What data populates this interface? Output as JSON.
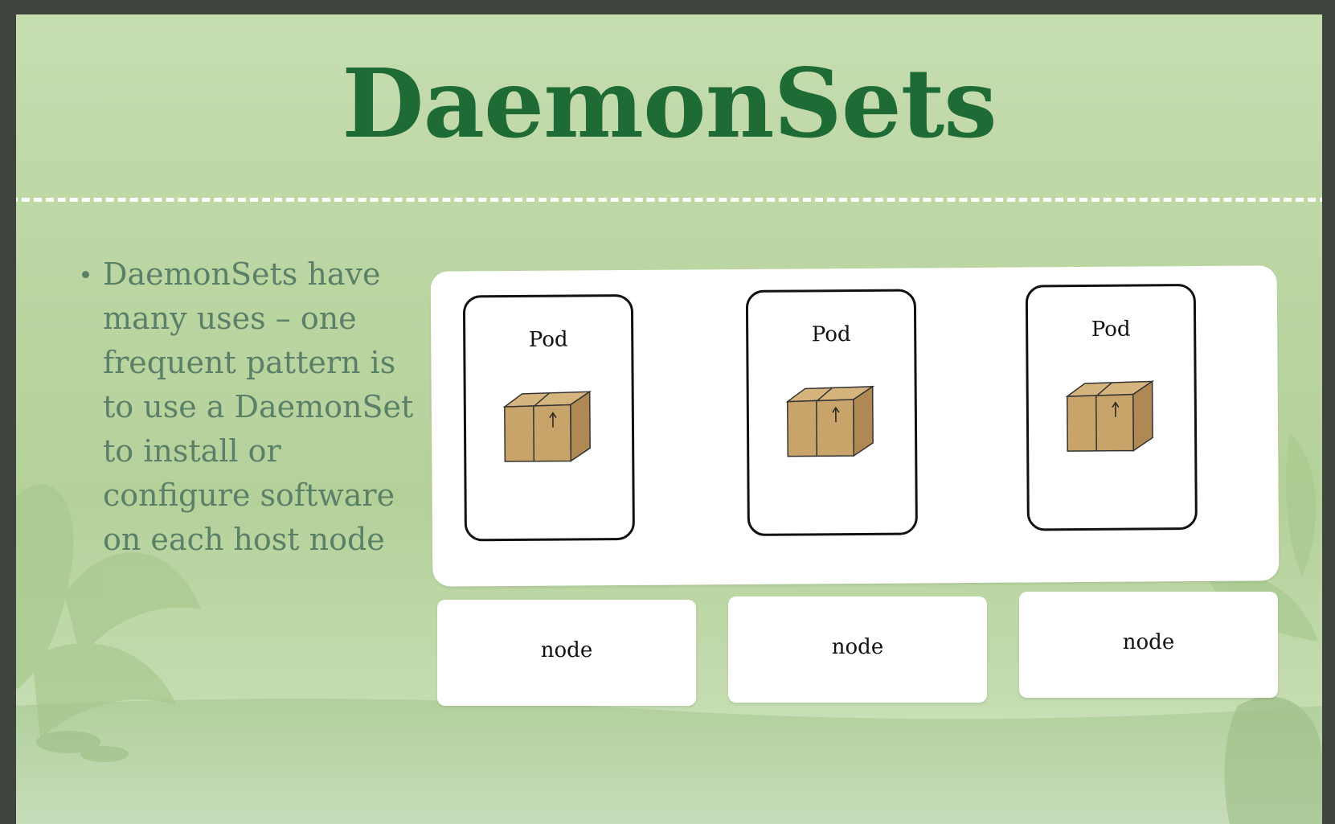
{
  "slide": {
    "title": "DaemonSets",
    "bullets": [
      "DaemonSets have many uses – one frequent pattern is to use a DaemonSet to install or configure software on each host node"
    ]
  },
  "diagram": {
    "pods": [
      {
        "label": "Pod",
        "icon": "package-box-icon"
      },
      {
        "label": "Pod",
        "icon": "package-box-icon"
      },
      {
        "label": "Pod",
        "icon": "package-box-icon"
      }
    ],
    "nodes": [
      {
        "label": "node"
      },
      {
        "label": "node"
      },
      {
        "label": "node"
      }
    ]
  },
  "colors": {
    "title": "#1f6b35",
    "body_text": "#5a8068",
    "background": "#bed7a5",
    "frame": "#3f443e",
    "box_fill": "#c9a46a"
  }
}
